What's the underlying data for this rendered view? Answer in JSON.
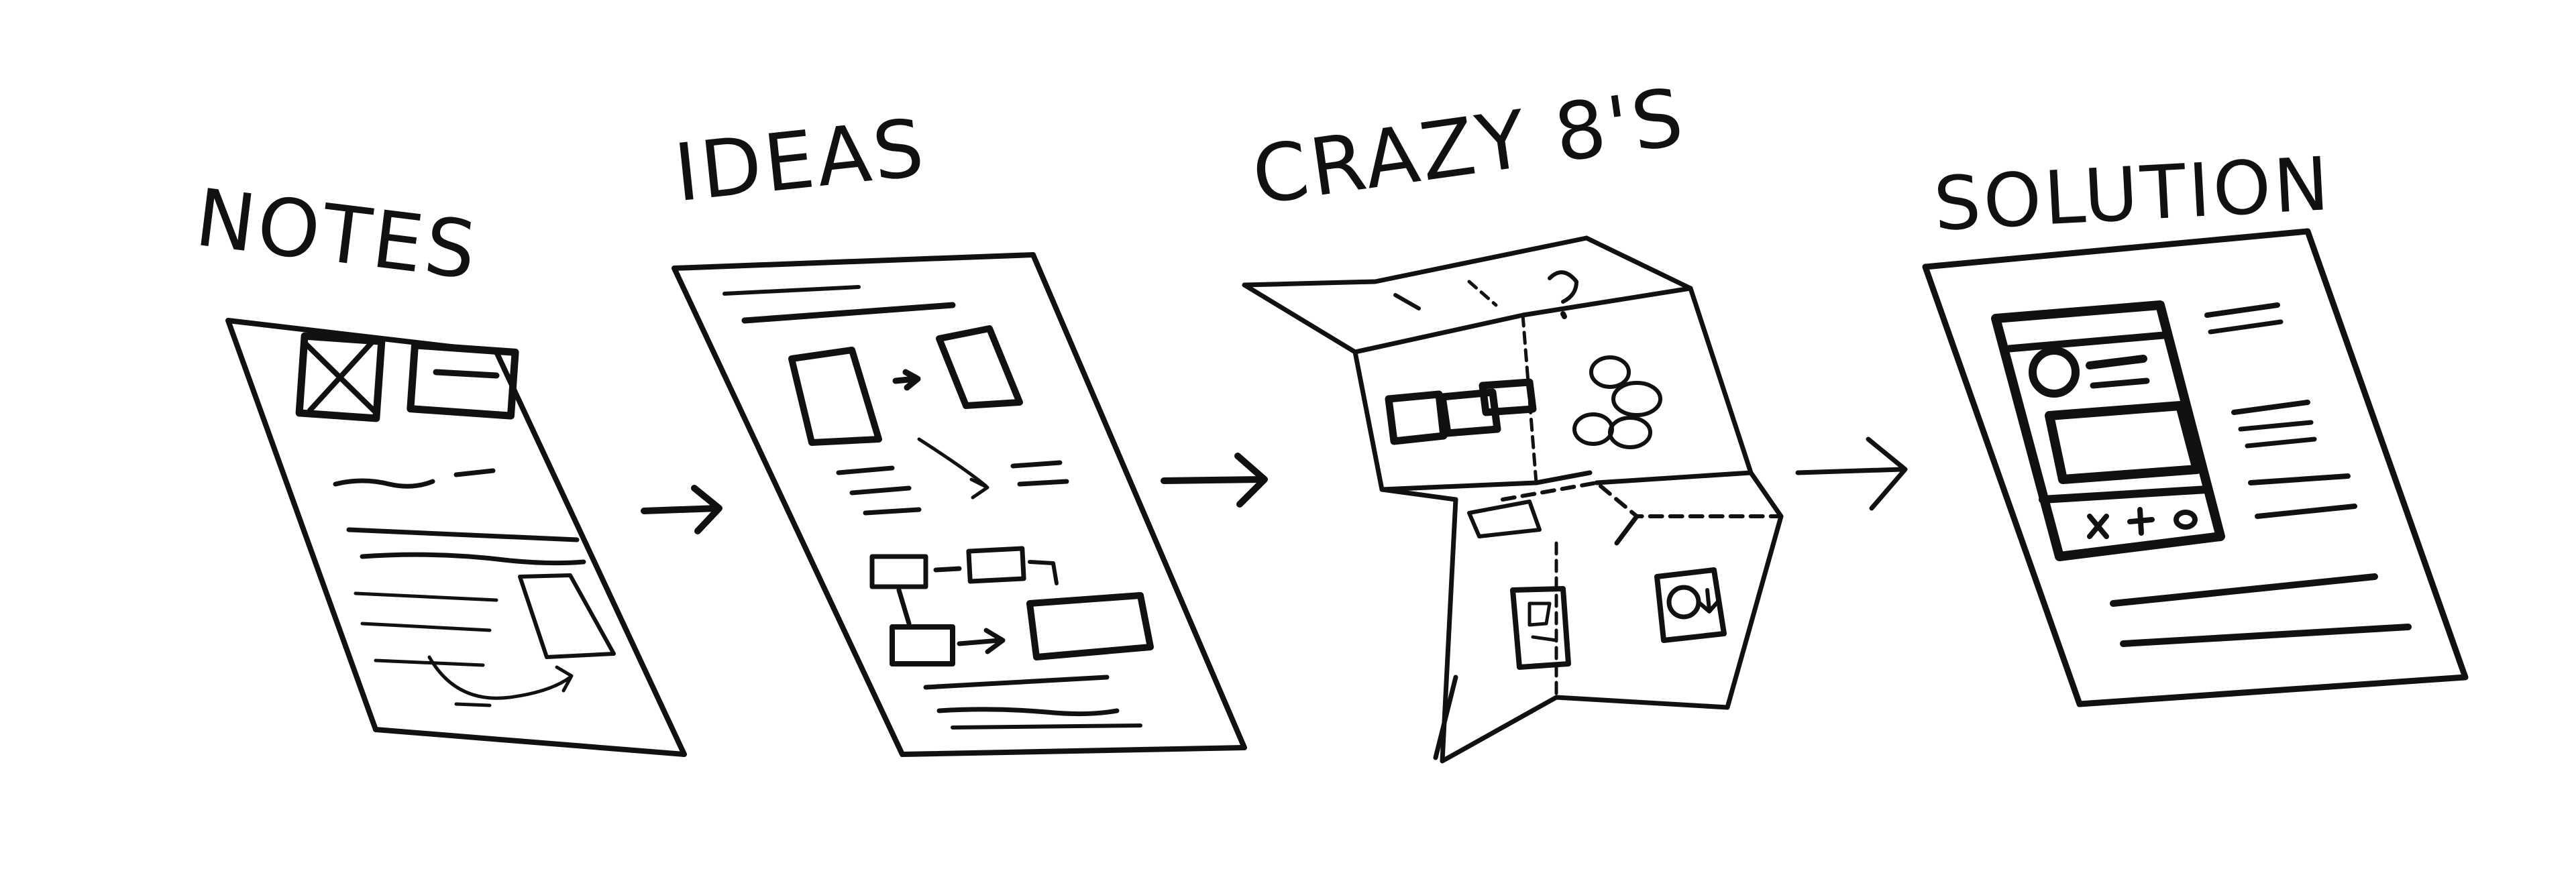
{
  "steps": [
    {
      "id": "notes",
      "label": "NOTES"
    },
    {
      "id": "ideas",
      "label": "IDEAS"
    },
    {
      "id": "crazy8s",
      "label": "CRAZY 8'S"
    },
    {
      "id": "solution",
      "label": "SOLUTION"
    }
  ],
  "icons": [
    "notes-page-icon",
    "ideas-page-icon",
    "crazy-8s-folded-paper-icon",
    "solution-page-icon",
    "right-arrow-icon"
  ],
  "colors": {
    "ink": "#111111",
    "paper": "#ffffff"
  }
}
